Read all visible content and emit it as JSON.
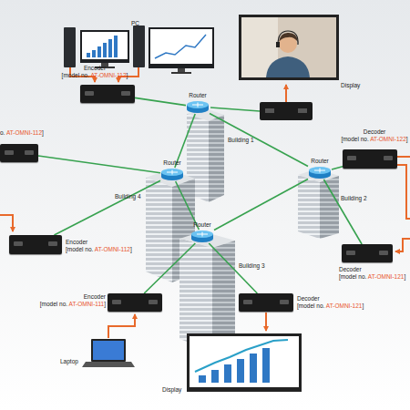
{
  "diagram": {
    "nodes": [
      {
        "text": [
          "Encoder [model no. AT-OMNI-112]"
        ]
      },
      {
        "text": [
          "Router"
        ]
      },
      {
        "text": [
          "o. AT-OMNI-112]"
        ]
      },
      {
        "text": [
          "Decoder [model no. AT-OMNI-122]"
        ]
      },
      {
        "text": [
          "Router"
        ]
      },
      {
        "text": [
          "Router"
        ]
      },
      {
        "text": [
          "Encoder [model no. AT-OMNI-112]"
        ]
      },
      {
        "text": [
          "Router"
        ]
      },
      {
        "text": [
          "Decoder [model no. AT-OMNI-121]"
        ]
      },
      {
        "text": [
          "Encoder [model no. AT-OMNI-111]"
        ]
      },
      {
        "text": [
          "Decoder [model no. AT-OMNI-121]"
        ]
      }
    ],
    "edges": [
      {
        "from": 0,
        "to": 1,
        "arrow": "none"
      },
      {
        "from": 2,
        "to": 4,
        "arrow": "none"
      },
      {
        "from": 6,
        "to": 4,
        "arrow": "none"
      },
      {
        "from": 1,
        "to": 4,
        "arrow": "none"
      },
      {
        "from": 1,
        "to": 5,
        "arrow": "none"
      },
      {
        "from": 3,
        "to": 5,
        "arrow": "none"
      },
      {
        "from": 8,
        "to": 5,
        "arrow": "none"
      },
      {
        "from": 4,
        "to": 7,
        "arrow": "none"
      },
      {
        "from": 5,
        "to": 7,
        "arrow": "none"
      },
      {
        "from": 9,
        "to": 7,
        "arrow": "none"
      },
      {
        "from": 10,
        "to": 7,
        "arrow": "none"
      }
    ],
    "labels": [
      "PC",
      "Display",
      "Building 1",
      "Building 4",
      "Building 2",
      "Building 3",
      "Laptop",
      "Display"
    ]
  }
}
